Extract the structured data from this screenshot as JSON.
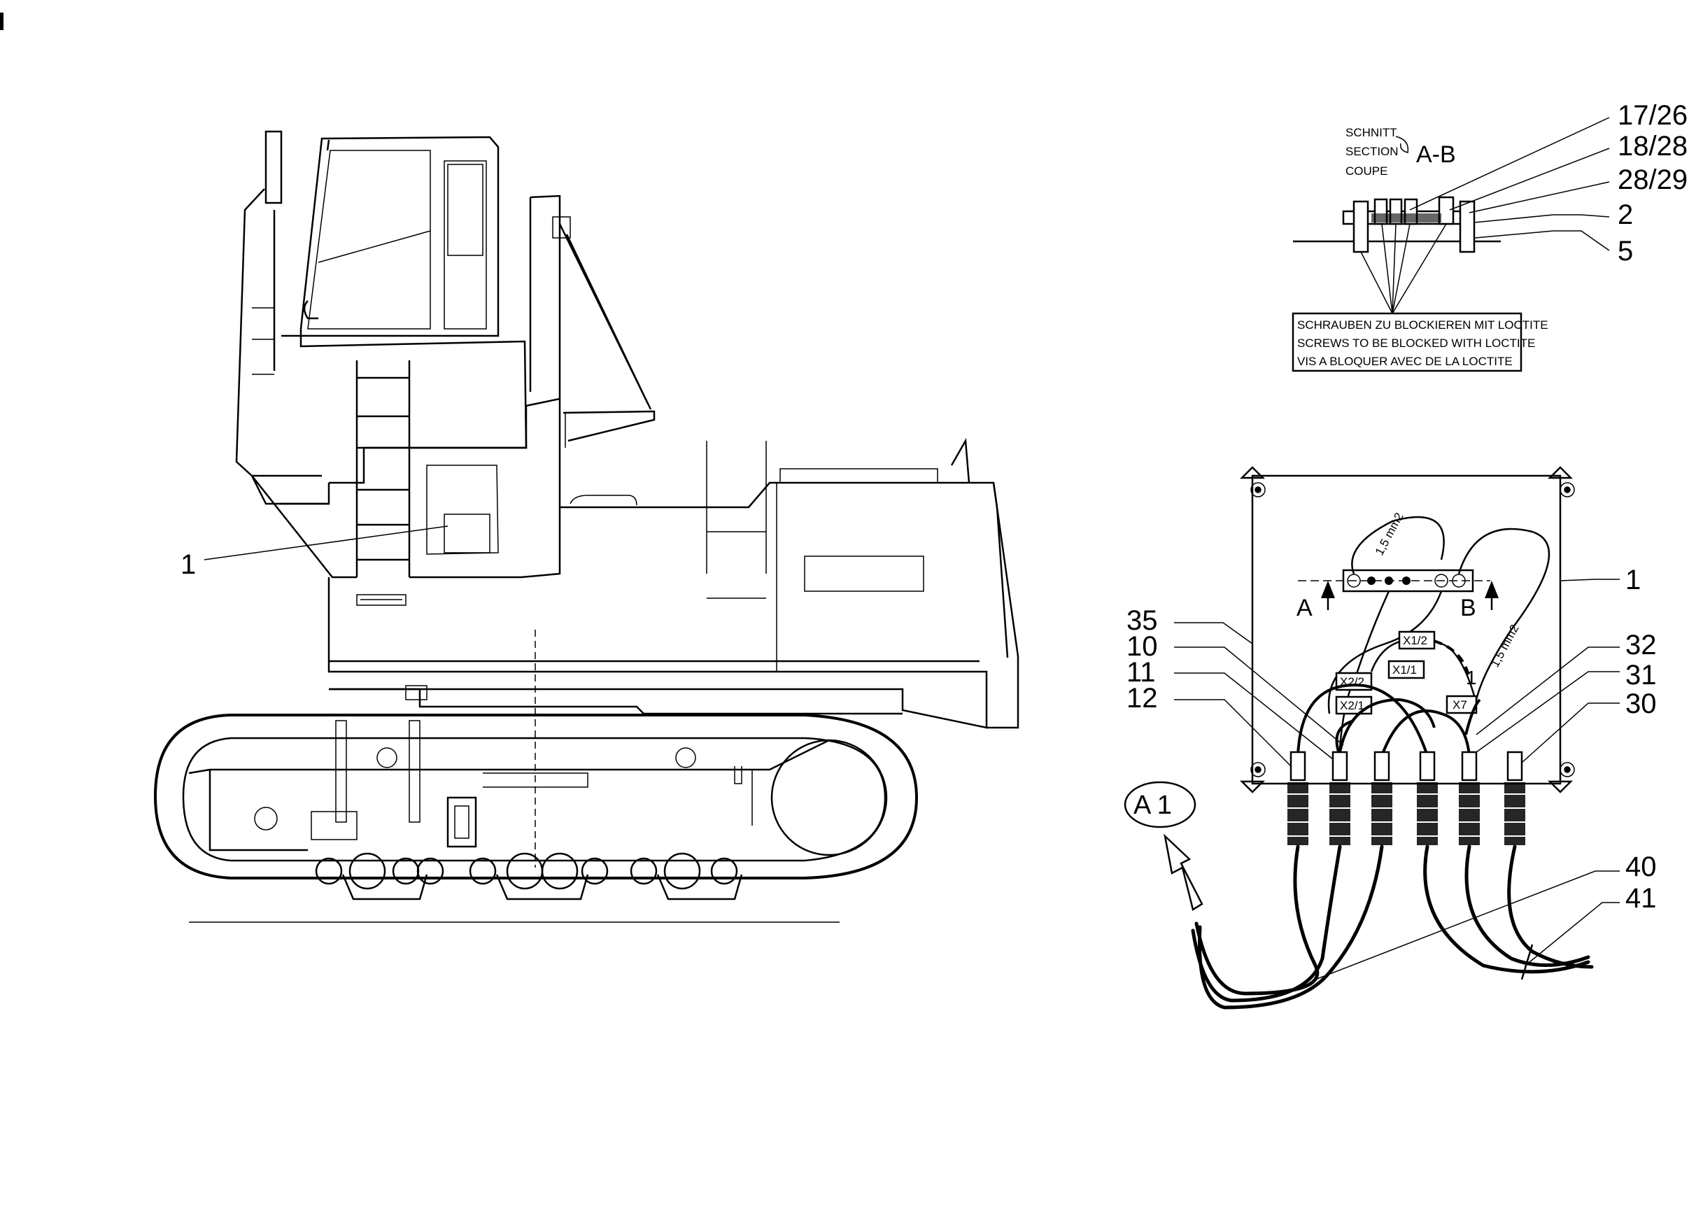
{
  "machine_view": {
    "callouts": [
      {
        "text": "1"
      }
    ]
  },
  "section_view": {
    "title_lines": [
      "SCHNITT",
      "SECTION",
      "COUPE"
    ],
    "section_label": "A-B",
    "callouts": [
      "17/26",
      "18/28",
      "28/29",
      "2",
      "5"
    ],
    "note_lines": [
      "SCHRAUBEN ZU BLOCKIEREN MIT LOCTITE",
      "SCREWS TO BE BLOCKED WITH LOCTITE",
      "VIS A BLOQUER AVEC DE LA LOCTITE"
    ]
  },
  "junction_box": {
    "section_marks": [
      "A",
      "B"
    ],
    "connectors": [
      "X1/2",
      "X1/1",
      "X2/2",
      "X2/1",
      "X7"
    ],
    "wire_labels": [
      "1,5 mm2",
      "1,5 mm2"
    ],
    "inner_label": "1",
    "callouts_left": [
      "35",
      "10",
      "11",
      "12"
    ],
    "callouts_right": [
      "1",
      "32",
      "31",
      "30",
      "40",
      "41"
    ],
    "view_reference": "A 1"
  }
}
